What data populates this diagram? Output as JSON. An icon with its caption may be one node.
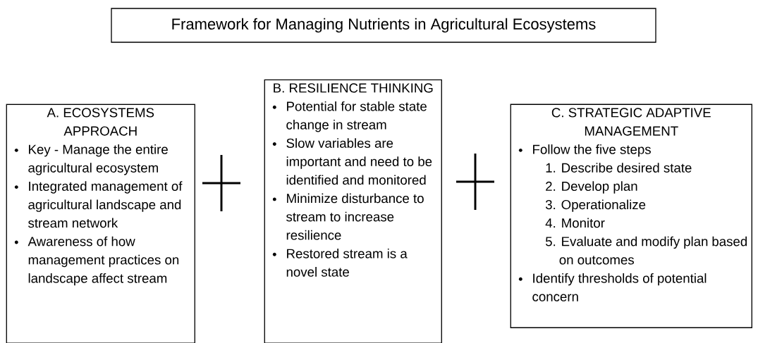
{
  "diagram": {
    "title": "Framework for Managing Nutrients in Agricultural Ecosystems",
    "nodes": [
      {
        "text": [
          "A. ECOSYSTEMS APPROACH",
          "Key - Manage the entire agricultural ecosystem",
          "Integrated management of agricultural landscape and stream network",
          "Awareness of how management practices on landscape affect stream"
        ]
      },
      {
        "text": [
          "B. RESILIENCE THINKING",
          "Potential for stable state change in stream",
          "Slow variables are important and need to be identified and monitored",
          "Minimize disturbance to stream to increase resilience",
          "Restored stream is a novel state"
        ]
      },
      {
        "text": [
          "C. STRATEGIC ADAPTIVE MANAGEMENT",
          "Follow the five steps",
          "1. Describe desired state",
          "2. Develop plan",
          "3. Operationalize",
          "4. Monitor",
          "5. Evaluate and modify plan based on outcomes",
          "Identify thresholds of potential concern"
        ]
      }
    ]
  }
}
